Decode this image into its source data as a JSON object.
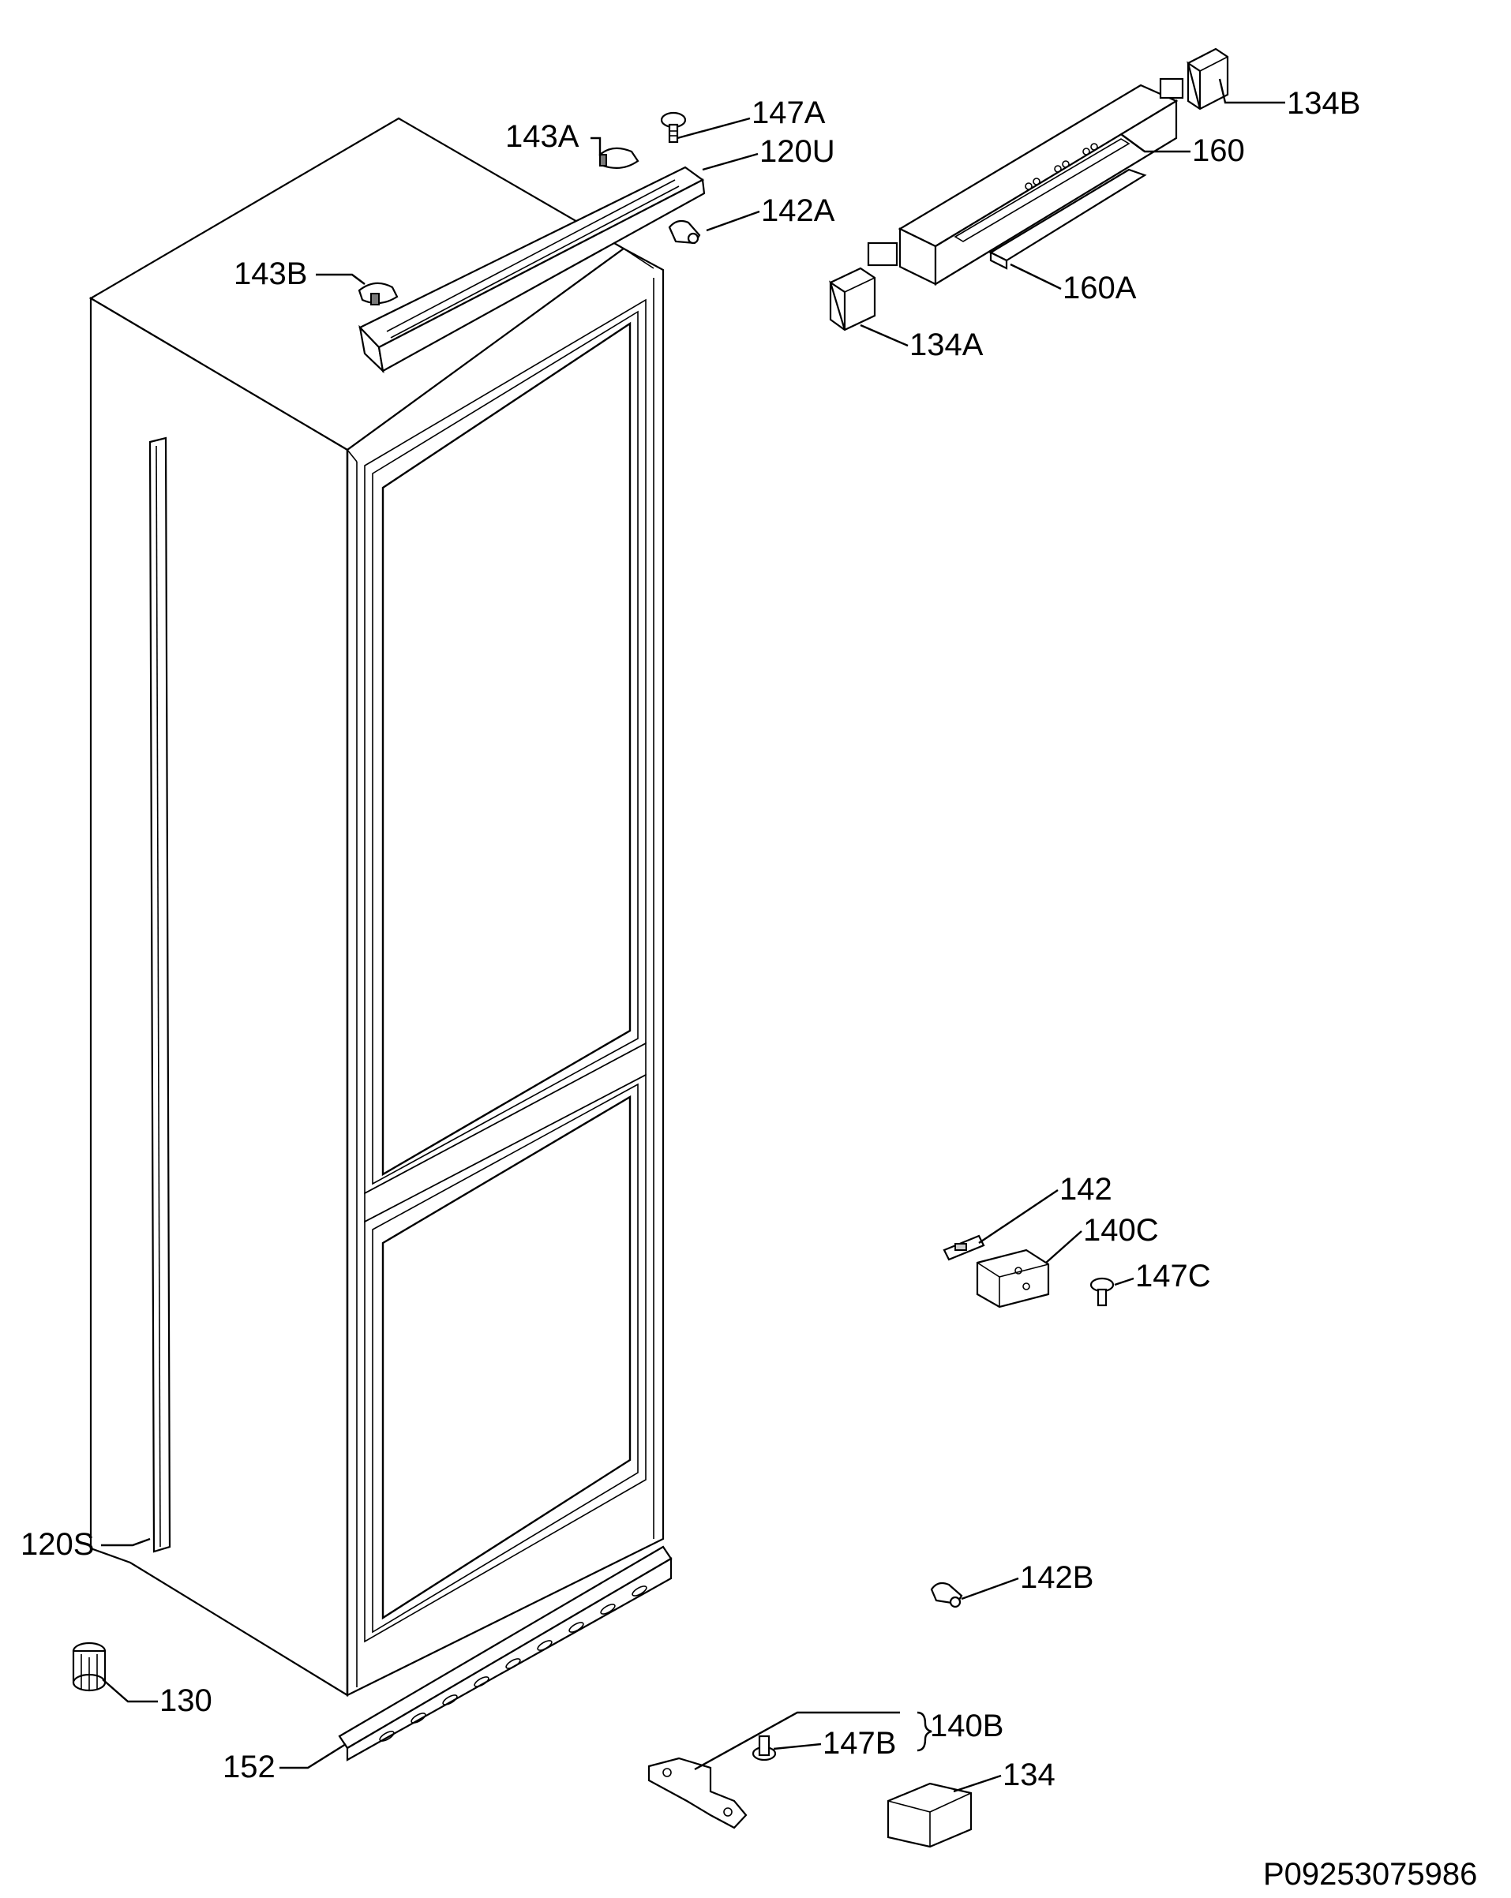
{
  "labels": {
    "l147A": "147A",
    "l143A": "143A",
    "l120U": "120U",
    "l142A": "142A",
    "l143B": "143B",
    "l134B": "134B",
    "l160": "160",
    "l160A": "160A",
    "l134A": "134A",
    "l142": "142",
    "l140C": "140C",
    "l147C": "147C",
    "l120S": "120S",
    "l142B": "142B",
    "l130": "130",
    "l140B": "140B",
    "l147B": "147B",
    "l152": "152",
    "l134": "134"
  },
  "drawing_code": "P09253075986"
}
